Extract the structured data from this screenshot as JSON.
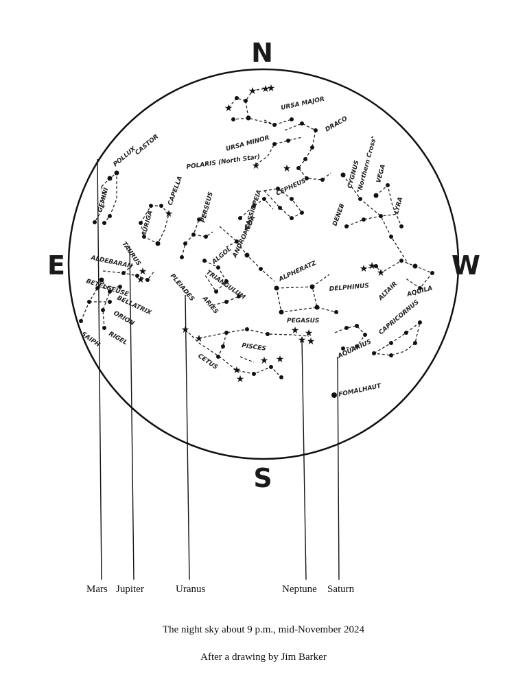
{
  "compass": {
    "north": "N",
    "south": "S",
    "east": "E",
    "west": "W"
  },
  "constellation_labels": [
    "URSA MAJOR",
    "DRACO",
    "URSA MINOR",
    "POLARIS (North Star)",
    "CASTOR",
    "POLLUX",
    "GEMINI",
    "CAPELLA",
    "AURIGA",
    "PERSEUS",
    "CASSIOPEIA",
    "CEPHEUS",
    "CYGNUS",
    "\"Northern Cross\"",
    "VEGA",
    "LYRA",
    "DENEB",
    "ANDROMEDA",
    "ALGOL",
    "TRIANGULUM",
    "ARIES",
    "PLEIADES",
    "TAURUS",
    "ALDEBARAN",
    "BETELGEUSE",
    "BELLATRIX",
    "ORION",
    "RIGEL",
    "SAIPH",
    "ALPHERATZ",
    "DELPHINUS",
    "ALTAIR",
    "AQUILA",
    "PEGASUS",
    "PISCES",
    "CETUS",
    "AQUARIUS",
    "CAPRICORNUS",
    "FOMALHAUT"
  ],
  "planets": [
    "Mars",
    "Jupiter",
    "Uranus",
    "Neptune",
    "Saturn"
  ],
  "caption": {
    "line1": "The night sky about 9 p.m., mid-November 2024",
    "line2": "After a drawing by Jim Barker"
  }
}
